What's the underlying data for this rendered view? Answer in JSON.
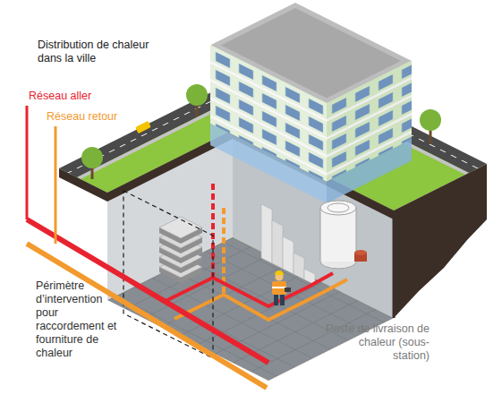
{
  "diagram": {
    "title": "Distribution de chaleur dans la ville",
    "labels": [
      "Réseau aller",
      "Réseau retour",
      "Périmètre d’intervention pour raccordement et fourniture de chaleur",
      "Poste de livraison de chaleur (sous-station)"
    ]
  }
}
